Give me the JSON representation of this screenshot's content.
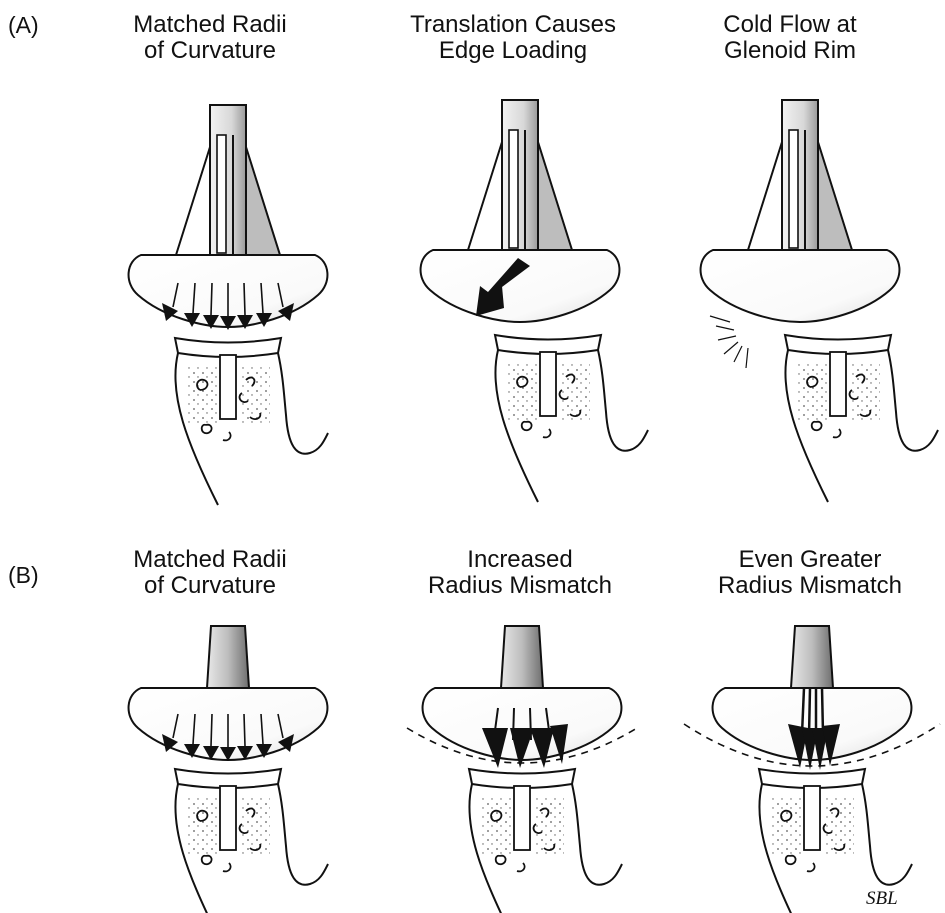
{
  "rows": [
    {
      "label": "(A)",
      "panels": [
        {
          "title_lines": [
            "Matched Radii",
            "of Curvature"
          ]
        },
        {
          "title_lines": [
            "Translation Causes",
            "Edge Loading"
          ]
        },
        {
          "title_lines": [
            "Cold Flow at",
            "Glenoid Rim"
          ]
        }
      ]
    },
    {
      "label": "(B)",
      "panels": [
        {
          "title_lines": [
            "Matched Radii",
            "of Curvature"
          ]
        },
        {
          "title_lines": [
            "Increased",
            "Radius Mismatch"
          ]
        },
        {
          "title_lines": [
            "Even Greater",
            "Radius Mismatch"
          ]
        }
      ]
    }
  ],
  "signature": "SBL"
}
